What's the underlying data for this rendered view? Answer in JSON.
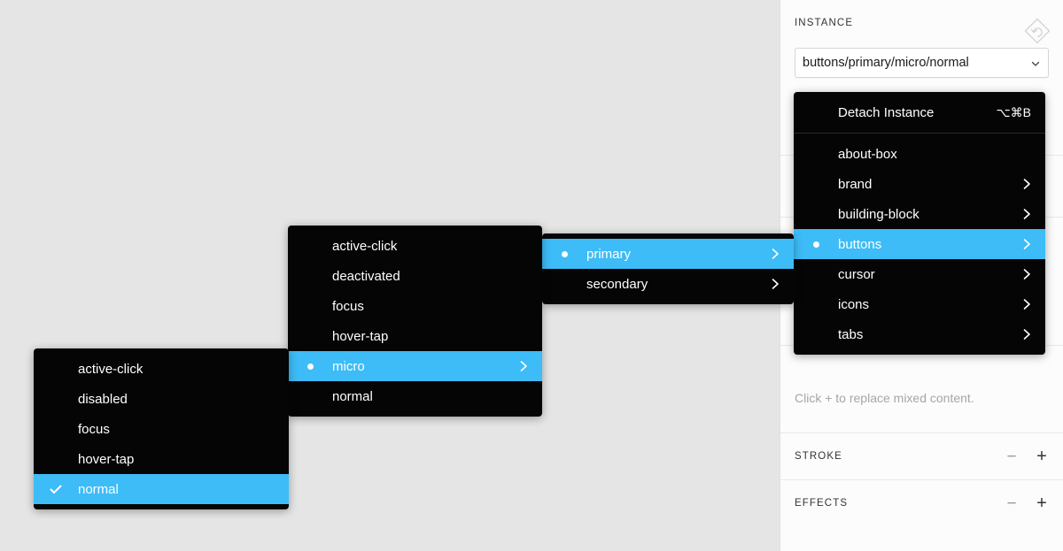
{
  "canvas": {
    "background": "#e5e5e5"
  },
  "colors": {
    "accent": "#3dbcf7",
    "menu_bg": "#050505",
    "panel_bg": "#fcfcfc",
    "panel_border": "#e0e0e0",
    "hint": "#a6a6a6"
  },
  "panel": {
    "instance": {
      "title": "INSTANCE",
      "reset_icon": "instance-reset-icon",
      "select_value": "buttons/primary/micro/normal",
      "select_caret_icon": "chevron-down-icon"
    },
    "hint": "Click + to replace mixed content.",
    "stroke": {
      "title": "STROKE",
      "minus_label": "−",
      "plus_label": "+"
    },
    "effects": {
      "title": "EFFECTS",
      "minus_label": "−",
      "plus_label": "+"
    }
  },
  "menus": {
    "root": {
      "name": "instance-swap-menu",
      "detach": {
        "label": "Detach Instance",
        "shortcut": "⌥⌘B"
      },
      "items": [
        {
          "label": "about-box",
          "selected": false,
          "submenu": false,
          "mark": "none"
        },
        {
          "label": "brand",
          "selected": false,
          "submenu": true,
          "mark": "none"
        },
        {
          "label": "building-block",
          "selected": false,
          "submenu": true,
          "mark": "none"
        },
        {
          "label": "buttons",
          "selected": true,
          "submenu": true,
          "mark": "dot"
        },
        {
          "label": "cursor",
          "selected": false,
          "submenu": true,
          "mark": "none"
        },
        {
          "label": "icons",
          "selected": false,
          "submenu": true,
          "mark": "none"
        },
        {
          "label": "tabs",
          "selected": false,
          "submenu": true,
          "mark": "none"
        }
      ]
    },
    "buttons": {
      "name": "buttons-submenu",
      "items": [
        {
          "label": "primary",
          "selected": true,
          "submenu": true,
          "mark": "dot"
        },
        {
          "label": "secondary",
          "selected": false,
          "submenu": true,
          "mark": "none"
        }
      ]
    },
    "primary": {
      "name": "primary-submenu",
      "items": [
        {
          "label": "active-click",
          "selected": false,
          "submenu": false,
          "mark": "none"
        },
        {
          "label": "deactivated",
          "selected": false,
          "submenu": false,
          "mark": "none"
        },
        {
          "label": "focus",
          "selected": false,
          "submenu": false,
          "mark": "none"
        },
        {
          "label": "hover-tap",
          "selected": false,
          "submenu": false,
          "mark": "none"
        },
        {
          "label": "micro",
          "selected": true,
          "submenu": true,
          "mark": "dot"
        },
        {
          "label": "normal",
          "selected": false,
          "submenu": false,
          "mark": "none"
        }
      ]
    },
    "micro": {
      "name": "micro-submenu",
      "items": [
        {
          "label": "active-click",
          "selected": false,
          "submenu": false,
          "mark": "none"
        },
        {
          "label": "disabled",
          "selected": false,
          "submenu": false,
          "mark": "none"
        },
        {
          "label": "focus",
          "selected": false,
          "submenu": false,
          "mark": "none"
        },
        {
          "label": "hover-tap",
          "selected": false,
          "submenu": false,
          "mark": "none"
        },
        {
          "label": "normal",
          "selected": true,
          "submenu": false,
          "mark": "check"
        }
      ]
    }
  }
}
